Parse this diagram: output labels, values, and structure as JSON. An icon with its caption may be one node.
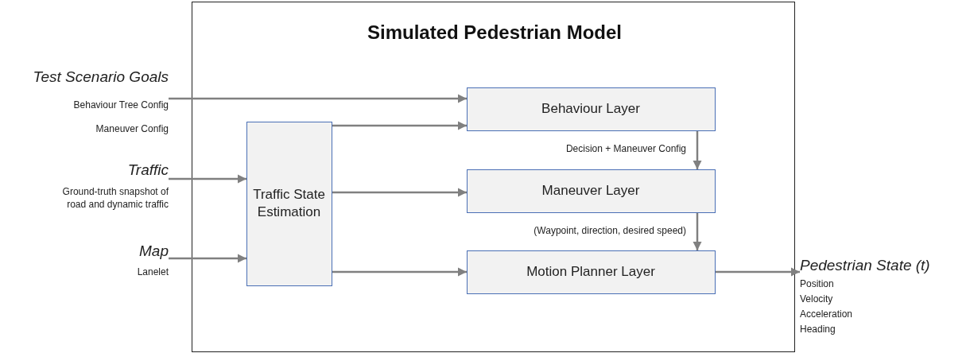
{
  "diagram": {
    "nodes": [
      {
        "text": [
          "Simulated Pedestrian Model"
        ]
      },
      {
        "text": [
          "Traffic State Estimation"
        ],
        "in": 0
      },
      {
        "text": [
          "Behaviour Layer"
        ],
        "in": 0
      },
      {
        "text": [
          "Maneuver Layer"
        ],
        "in": 0
      },
      {
        "text": [
          "Motion Planner Layer"
        ],
        "in": 0
      },
      {
        "text": [
          "Test Scenario Goals",
          "Behaviour Tree Config",
          "Maneuver Config"
        ]
      },
      {
        "text": [
          "Traffic",
          "Ground-truth snapshot of road and dynamic traffic"
        ]
      },
      {
        "text": [
          "Map",
          "Lanelet"
        ]
      },
      {
        "text": [
          "Pedestrian State (t)",
          "Position",
          "Velocity",
          "Acceleration",
          "Heading"
        ]
      }
    ],
    "edges": [
      {
        "from": 5,
        "to": 2,
        "arrow": "to"
      },
      {
        "from": 1,
        "to": 2,
        "arrow": "to"
      },
      {
        "from": 6,
        "to": 1,
        "arrow": "to"
      },
      {
        "from": 7,
        "to": 1,
        "arrow": "to"
      },
      {
        "from": 1,
        "to": 3,
        "arrow": "to"
      },
      {
        "from": 1,
        "to": 4,
        "arrow": "to"
      },
      {
        "from": 2,
        "to": 3,
        "arrow": "to",
        "label": "Decision + Maneuver Config"
      },
      {
        "from": 3,
        "to": 4,
        "arrow": "to",
        "label": "(Waypoint, direction, desired speed)"
      },
      {
        "from": 4,
        "to": 8,
        "arrow": "to"
      }
    ]
  }
}
